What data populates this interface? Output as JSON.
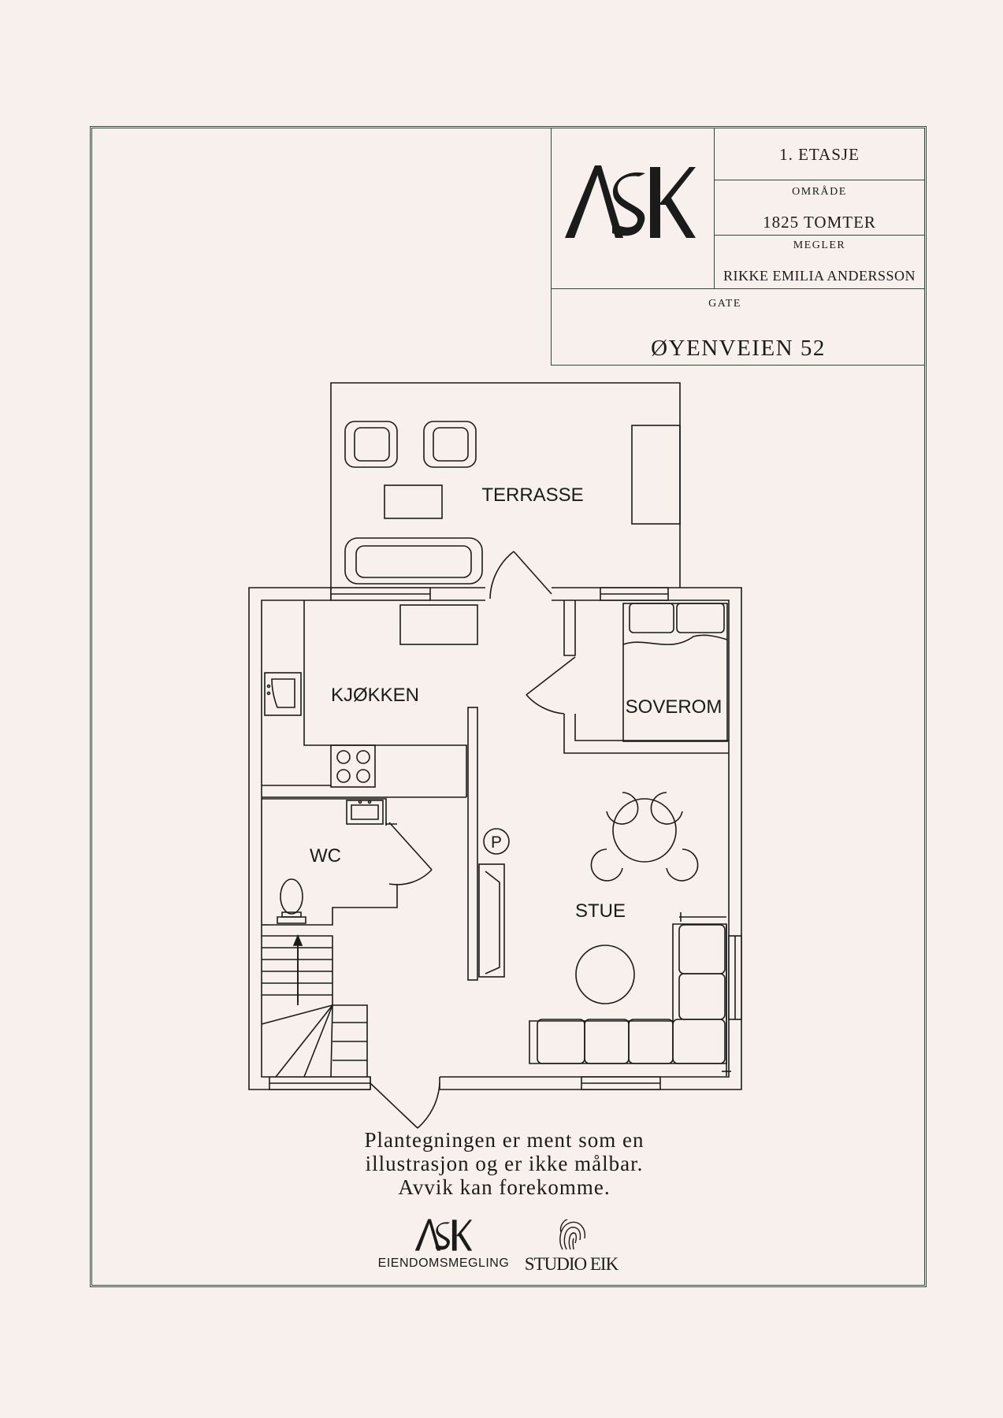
{
  "brand": {
    "logo_text": "ASK",
    "footer_tagline": "EIENDOMSMEGLING",
    "partner_name": "STUDIO EIK"
  },
  "title_block": {
    "floor": "1. ETASJE",
    "area_label": "OMRÅDE",
    "area_value": "1825 TOMTER",
    "broker_label": "MEGLER",
    "broker_value": "RIKKE EMILIA ANDERSSON",
    "street_label": "GATE",
    "street_value": "ØYENVEIEN 52"
  },
  "rooms": {
    "terrace": "TERRASSE",
    "kitchen": "KJØKKEN",
    "bedroom": "SOVEROM",
    "wc": "WC",
    "living": "STUE",
    "parking_marker": "P"
  },
  "disclaimer": {
    "line1": "Plantegningen er ment som en",
    "line2": "illustrasjon og er ikke målbar.",
    "line3": "Avvik kan forekomme."
  },
  "colors": {
    "background": "#f7f0ed",
    "frame": "#2f4a36",
    "ink": "#1b1b1b"
  }
}
